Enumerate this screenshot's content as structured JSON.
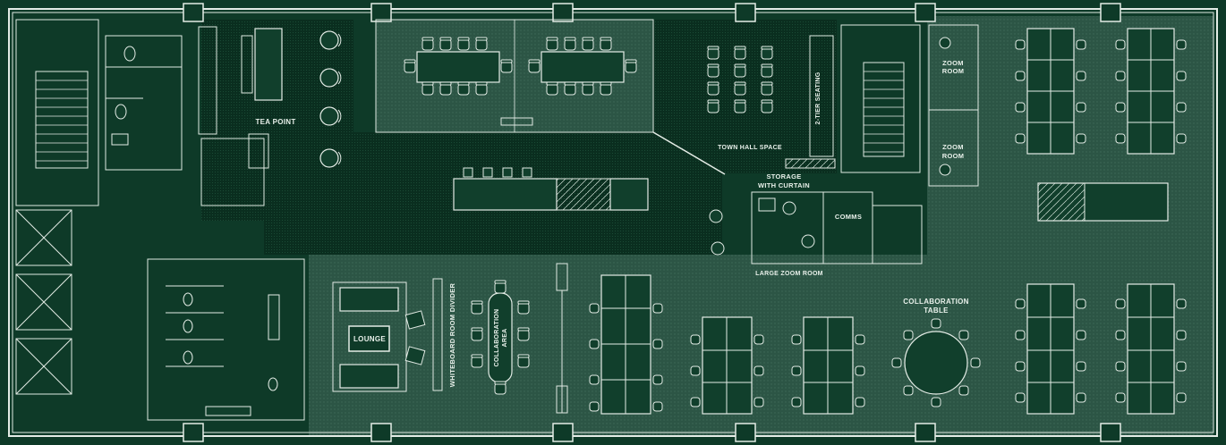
{
  "plan": {
    "title": "",
    "colors": {
      "background": "#0e3a28",
      "floor_dark": "#0a2e1f",
      "floor_light": "#2c5545",
      "line": "#e4ece6"
    },
    "labels": {
      "tea_point": "TEA POINT",
      "town_hall": "TOWN HALL SPACE",
      "two_tier": "2-TIER SEATING",
      "storage_1": "STORAGE",
      "storage_2": "WITH CURTAIN",
      "comms": "COMMS",
      "large_zoom": "LARGE ZOOM ROOM",
      "zoom_1a": "ZOOM",
      "zoom_1b": "ROOM",
      "zoom_2a": "ZOOM",
      "zoom_2b": "ROOM",
      "collab_table_1": "COLLABORATION",
      "collab_table_2": "TABLE",
      "lounge": "LOUNGE",
      "whiteboard": "WHITEBOARD ROOM DIVIDER",
      "collab_area_1": "COLLABORATION",
      "collab_area_2": "AREA"
    }
  }
}
